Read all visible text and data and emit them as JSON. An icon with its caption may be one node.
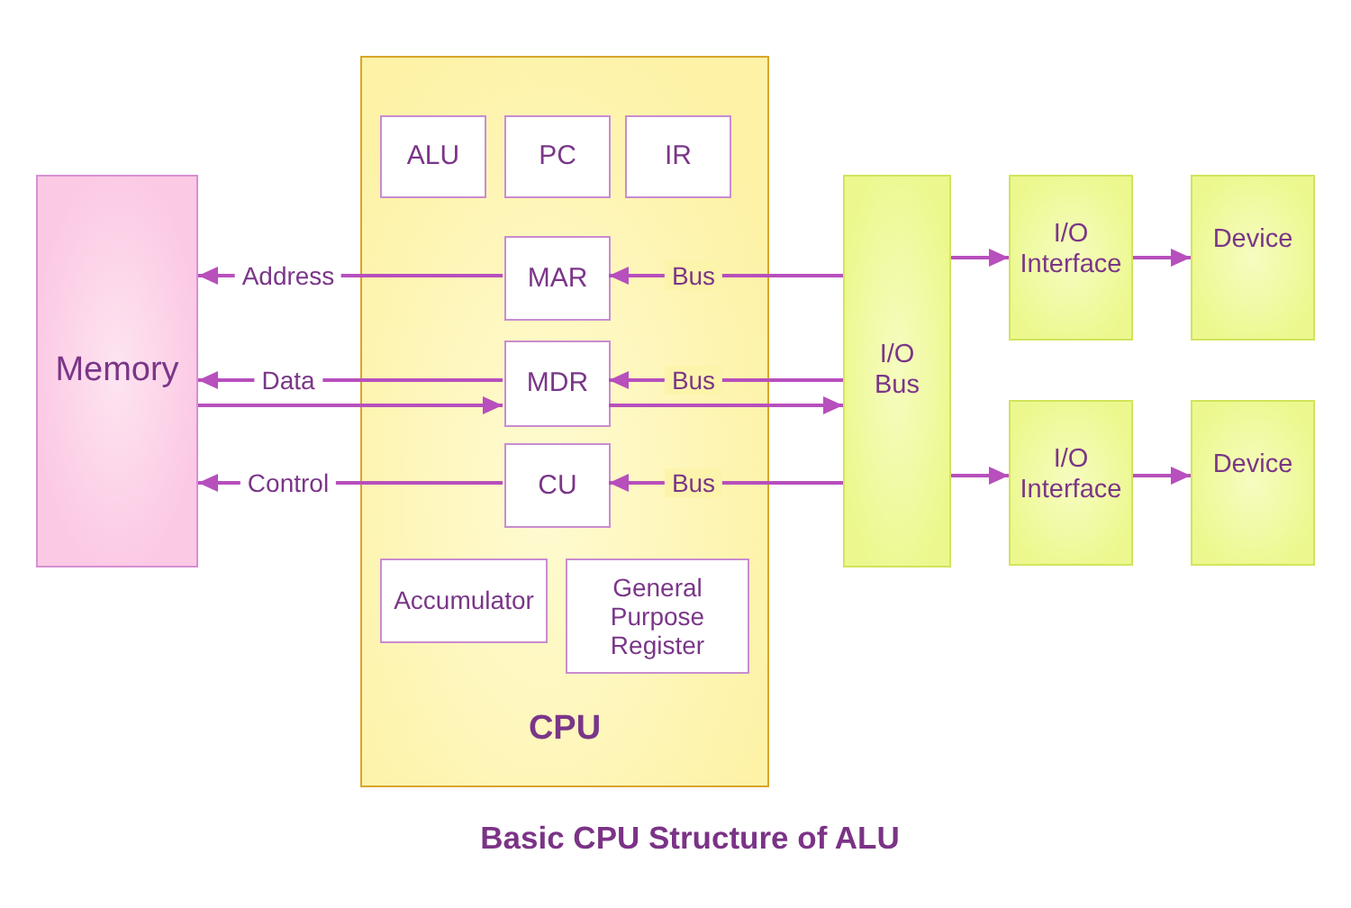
{
  "diagram": {
    "title": "Basic CPU Structure of ALU",
    "nodes": [
      {
        "text": [
          "Memory"
        ]
      },
      {
        "text": [
          "CPU"
        ]
      },
      {
        "text": [
          "ALU"
        ],
        "in": 1
      },
      {
        "text": [
          "PC"
        ],
        "in": 1
      },
      {
        "text": [
          "IR"
        ],
        "in": 1
      },
      {
        "text": [
          "MAR"
        ],
        "in": 1
      },
      {
        "text": [
          "MDR"
        ],
        "in": 1
      },
      {
        "text": [
          "CU"
        ],
        "in": 1
      },
      {
        "text": [
          "Accumulator"
        ],
        "in": 1
      },
      {
        "text": [
          "General Purpose Register"
        ],
        "in": 1
      },
      {
        "text": [
          "I/O Bus"
        ]
      },
      {
        "text": [
          "I/O Interface"
        ]
      },
      {
        "text": [
          "Device"
        ]
      },
      {
        "text": [
          "I/O Interface"
        ]
      },
      {
        "text": [
          "Device"
        ]
      }
    ],
    "edges": [
      {
        "from": 5,
        "to": 0,
        "arrow": "to",
        "label": "Address"
      },
      {
        "from": 6,
        "to": 0,
        "arrow": "to",
        "label": "Data"
      },
      {
        "from": 0,
        "to": 6,
        "arrow": "to"
      },
      {
        "from": 7,
        "to": 0,
        "arrow": "to",
        "label": "Control"
      },
      {
        "from": 10,
        "to": 5,
        "arrow": "to",
        "label": "Bus"
      },
      {
        "from": 10,
        "to": 6,
        "arrow": "to",
        "label": "Bus"
      },
      {
        "from": 6,
        "to": 10,
        "arrow": "to"
      },
      {
        "from": 10,
        "to": 7,
        "arrow": "to",
        "label": "Bus"
      },
      {
        "from": 10,
        "to": 11,
        "arrow": "to"
      },
      {
        "from": 11,
        "to": 12,
        "arrow": "to"
      },
      {
        "from": 10,
        "to": 13,
        "arrow": "to"
      },
      {
        "from": 13,
        "to": 14,
        "arrow": "to"
      }
    ]
  }
}
